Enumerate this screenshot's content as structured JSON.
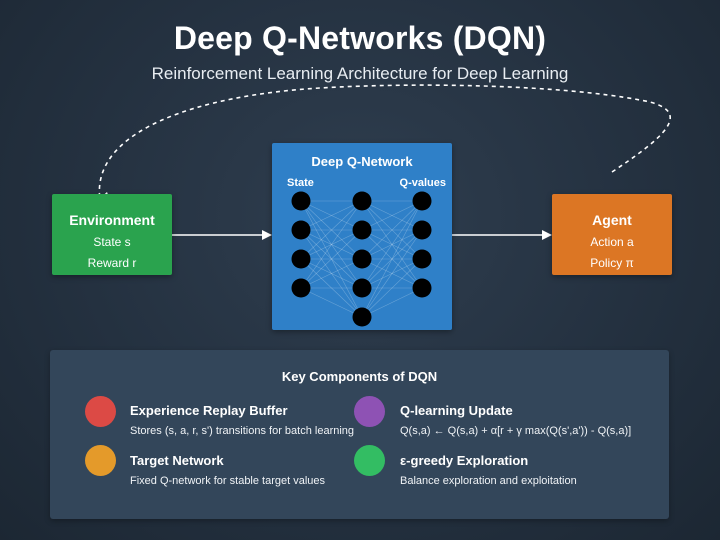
{
  "header": {
    "title": "Deep Q-Networks (DQN)",
    "subtitle": "Reinforcement Learning Architecture for Deep Learning"
  },
  "environment": {
    "title": "Environment",
    "line1": "State s",
    "line2": "Reward r",
    "color": "#2aa34e"
  },
  "network": {
    "title": "Deep Q-Network",
    "input_label": "State",
    "output_label": "Q-values",
    "color": "#2f80c8",
    "layers": [
      4,
      5,
      4
    ]
  },
  "agent": {
    "title": "Agent",
    "line1": "Action a",
    "line2": "Policy π",
    "color": "#dc7624"
  },
  "components": {
    "title": "Key Components of DQN",
    "items": [
      {
        "title": "Experience Replay Buffer",
        "desc": "Stores (s, a, r, s') transitions for batch learning",
        "color": "#dc4a45",
        "icon": "red-circle-icon"
      },
      {
        "title": "Q-learning Update",
        "desc": "Q(s,a) ← Q(s,a) + α[r + γ max(Q(s',a')) - Q(s,a)]",
        "color": "#8e52b4",
        "icon": "purple-circle-icon"
      },
      {
        "title": "Target Network",
        "desc": "Fixed Q-network for stable target values",
        "color": "#e49a2a",
        "icon": "orange-circle-icon"
      },
      {
        "title": "ε-greedy Exploration",
        "desc": "Balance exploration and exploitation",
        "color": "#33bd63",
        "icon": "green-circle-icon"
      }
    ]
  }
}
